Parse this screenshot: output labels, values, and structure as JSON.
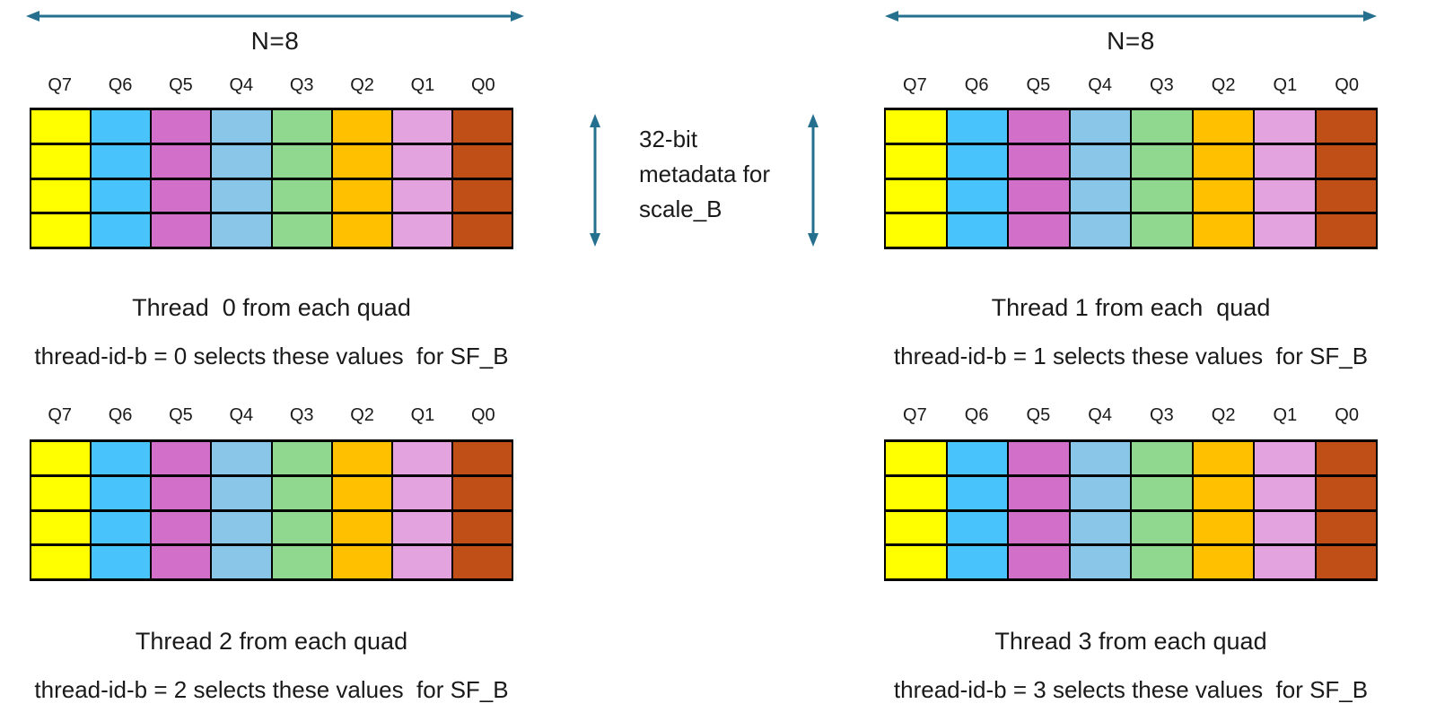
{
  "headers": [
    "Q7",
    "Q6",
    "Q5",
    "Q4",
    "Q3",
    "Q2",
    "Q1",
    "Q0"
  ],
  "grid": {
    "rows": 4,
    "cols": 8
  },
  "column_colors": [
    "#FFFF00",
    "#49C3FB",
    "#D26FC9",
    "#8AC6E8",
    "#90D890",
    "#FFC000",
    "#E3A3DE",
    "#C04E17"
  ],
  "colors": {
    "arrow": "#26708F",
    "grid_border": "#000000",
    "text": "#1A1A1A",
    "background": "#FFFFFF"
  },
  "panels": [
    {
      "name": "thread-0",
      "n_label": "N=8",
      "caption_line1": "Thread  0 from each quad",
      "caption_line2": "thread-id-b = 0 selects these values  for SF_B"
    },
    {
      "name": "thread-1",
      "n_label": "N=8",
      "caption_line1": "Thread 1 from each  quad",
      "caption_line2": "thread-id-b = 1 selects these values  for SF_B"
    },
    {
      "name": "thread-2",
      "caption_line1": "Thread 2 from each quad",
      "caption_line2": "thread-id-b = 2 selects these values  for SF_B"
    },
    {
      "name": "thread-3",
      "caption_line1": "Thread 3 from each quad",
      "caption_line2": "thread-id-b = 3 selects these values  for SF_B"
    }
  ],
  "annotation": {
    "lines": [
      "32-bit",
      "metadata for",
      "scale_B"
    ]
  }
}
